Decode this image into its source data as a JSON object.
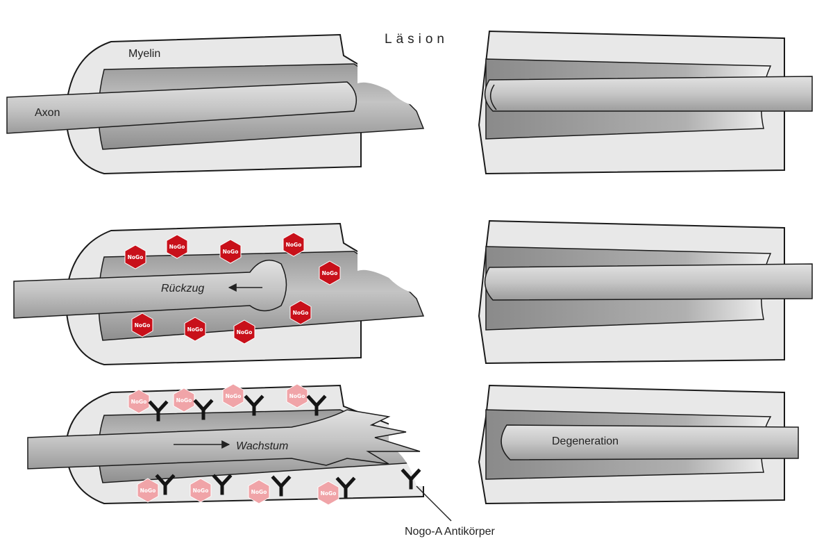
{
  "labels": {
    "lesion": "Läsion",
    "myelin": "Myelin",
    "axon": "Axon",
    "retraction": "Rückzug",
    "growth": "Wachstum",
    "degeneration": "Degeneration",
    "antibody": "Nogo-A Antikörper",
    "nogo": "NoGo"
  },
  "colors": {
    "outline": "#1a1a1a",
    "myelin_fill": "#e8e8e8",
    "lumen_dark": "#8a8a8a",
    "axon_fill": "#cfcfcf",
    "nogo_active": "#c8101a",
    "nogo_blocked": "#f0a4a8",
    "antibody": "#151515"
  },
  "icons": [
    "nogo-hexagon-icon",
    "antibody-y-icon",
    "arrow-icon"
  ]
}
